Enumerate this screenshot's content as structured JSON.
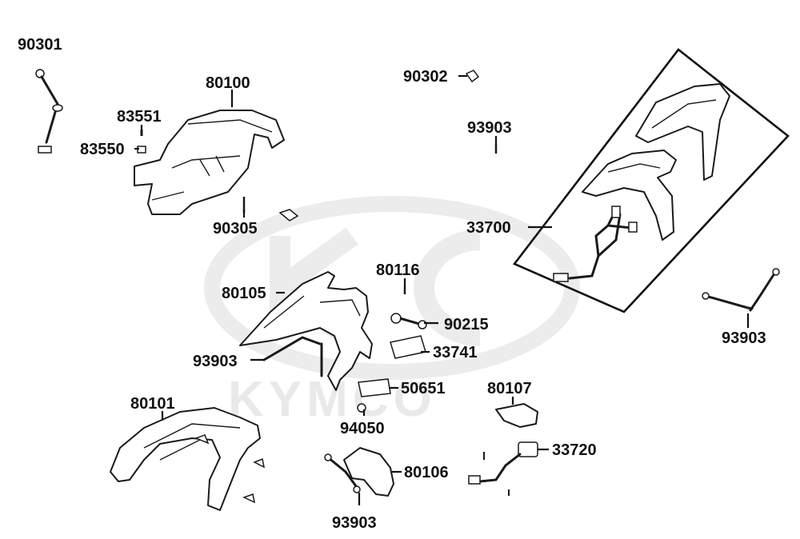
{
  "watermark": {
    "brand": "KYMCO"
  },
  "colors": {
    "ink": "#111111",
    "watermark": "#e9e9e9",
    "background": "#ffffff"
  },
  "labels": {
    "p90301": "90301",
    "p80100": "80100",
    "p83551": "83551",
    "p83550": "83550",
    "p90305": "90305",
    "p90302": "90302",
    "p93903_top": "93903",
    "p33700": "33700",
    "p93903_right": "93903",
    "p80116": "80116",
    "p80105": "80105",
    "p90215": "90215",
    "p33741": "33741",
    "p93903_mid": "93903",
    "p50651": "50651",
    "p80101": "80101",
    "p94050": "94050",
    "p80107": "80107",
    "p33720": "33720",
    "p80106": "80106",
    "p93903_bottom": "93903"
  }
}
